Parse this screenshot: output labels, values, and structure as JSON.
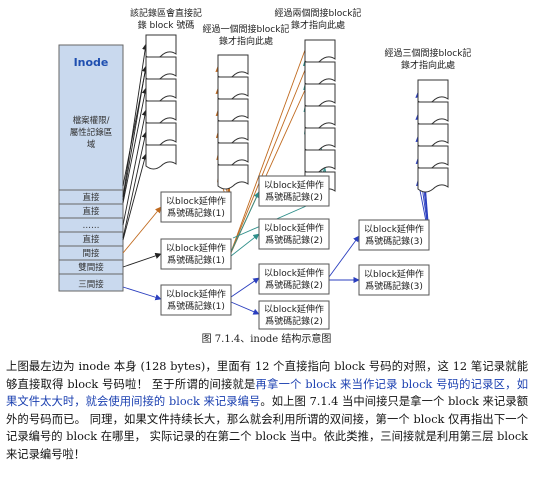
{
  "diagram": {
    "inode_title": "Inode",
    "meta_label": [
      "檔案權限/",
      "屬性記錄區",
      "域"
    ],
    "pointer_rows": [
      "直接",
      "直接",
      "……",
      "直接",
      "間接",
      "雙間接",
      "三間接"
    ],
    "annot_direct": [
      "該記錄區會直接記",
      "錄 block 號碼"
    ],
    "annot_single": [
      "經過一個間接block記",
      "錄才指向此處"
    ],
    "annot_double": [
      "經過兩個間接block記",
      "錄才指向此處"
    ],
    "annot_triple": [
      "經過三個間接block記",
      "錄才指向此處"
    ],
    "ind1_label": [
      "以block延伸作",
      "爲號碼記錄(1)"
    ],
    "ind2_label": [
      "以block延伸作",
      "爲號碼記錄(2)"
    ],
    "ind3_label": [
      "以block延伸作",
      "爲號碼記錄(3)"
    ]
  },
  "caption": "图 7.1.4、inode 结构示意图",
  "paragraph": {
    "p1": "上图最左边为 inode 本身 (128 bytes)，里面有 12 个直接指向 block 号码的对照，这 12 笔记录就能够直接取得 block 号码啦！ 至于所谓的间接就是",
    "p2": "再拿一个 block 来当作记录 block 号码的记录区，如果文件太大时，就会使用间接的 block 来记录编号",
    "p3": "。如上图 7.1.4 当中间接只是拿一个 block 来记录额外的号码而已。 同理，如果文件持续长大，那么就会利用所谓的双间接，第一个 block 仅再指出下一个记录编号的 block 在哪里， 实际记录的在第二个 block 当中。依此类推，三间接就是利用第三层 block 来记录编号啦！"
  },
  "colors": {
    "inode_fill": "#c9d9ee",
    "inode_title": "#1f4fb0",
    "arrow_direct": "#222222",
    "arrow_single": "#c06a1f",
    "arrow_double": "#2f8f8a",
    "arrow_triple": "#2b3fbf"
  }
}
